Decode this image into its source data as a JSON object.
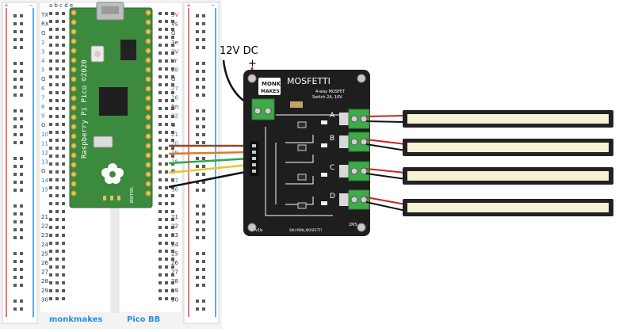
{
  "power": {
    "label": "12V DC",
    "plus": "+"
  },
  "breadboard": {
    "rail_plus": "+",
    "rail_minus": "−",
    "brand": "monkmakes",
    "model": "Pico BB",
    "col_letters": "a b c d e",
    "left_labels": [
      "TX",
      "RX",
      "G",
      "2",
      "3",
      "4",
      "5",
      "G",
      "6",
      "7",
      "8",
      "9",
      "G",
      "10",
      "11",
      "12",
      "13",
      "G",
      "14",
      "15"
    ],
    "right_labels": [
      "5V",
      "Vs",
      "G",
      "3e",
      "3V",
      "Vr",
      "28",
      "G",
      "27",
      "26",
      "Rn",
      "22",
      "G",
      "21",
      "20",
      "19",
      "18",
      "G",
      "17",
      "16"
    ],
    "row_numbers": [
      "21",
      "22",
      "23",
      "24",
      "25",
      "26",
      "27",
      "28",
      "29",
      "30"
    ]
  },
  "pico": {
    "text": "Raspberry Pi Pico ©2020",
    "bootsel": "BOOTSEL"
  },
  "board": {
    "brand_top": "MONK",
    "brand_bottom": "MAKES",
    "title": "MOSFETTI",
    "subtitle_line1": "4-way MOSFET",
    "subtitle_line2": "Switch 2A, 16V",
    "footer_left": "v1b",
    "footer_center": "SKU:MDN_MOSFETTI",
    "footer_right": "2MS",
    "channels": [
      "A",
      "B",
      "C",
      "D"
    ]
  },
  "colors": {
    "pico_green": "#3c8a3e",
    "board_black": "#1e1e1e",
    "terminal_green": "#3faa4a",
    "wire_brown": "#8a4b2a",
    "wire_orange": "#e07a28",
    "wire_green": "#2ea64a",
    "wire_yellow": "#e2c72a",
    "wire_black": "#111111",
    "wire_red": "#d02020",
    "led_strip": "#f6f2d4"
  }
}
